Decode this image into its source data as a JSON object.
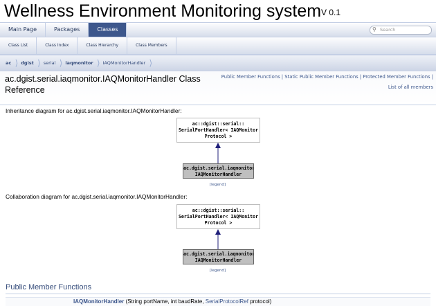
{
  "project": {
    "name": "Wellness Environment Monitoring system",
    "version": "V 0.1"
  },
  "tabs1": [
    {
      "label": "Main Page",
      "current": false
    },
    {
      "label": "Packages",
      "current": false
    },
    {
      "label": "Classes",
      "current": true
    }
  ],
  "search": {
    "placeholder": "Search"
  },
  "tabs2": [
    {
      "label": "Class List"
    },
    {
      "label": "Class Index"
    },
    {
      "label": "Class Hierarchy"
    },
    {
      "label": "Class Members"
    }
  ],
  "navpath": [
    "ac",
    "dgist",
    "serial",
    "iaqmonitor",
    "IAQMonitorHandler"
  ],
  "summary": {
    "line1": "Public Member Functions | Static Public Member Functions | Protected Member Functions |",
    "line2": "List of all members"
  },
  "title": {
    "line1": "ac.dgist.serial.iaqmonitor.IAQMonitorHandler Class",
    "line2": "Reference"
  },
  "inheritance": {
    "caption": "Inheritance diagram for ac.dgist.serial.iaqmonitor.IAQMonitorHandler:",
    "base": "ac::dgist::serial::\nSerialPortHandler< IAQMonitor\nProtocol >",
    "self": "ac.dgist.serial.iaqmonitor.\nIAQMonitorHandler",
    "legend": "[legend]"
  },
  "collaboration": {
    "caption": "Collaboration diagram for ac.dgist.serial.iaqmonitor.IAQMonitorHandler:",
    "base": "ac::dgist::serial::\nSerialPortHandler< IAQMonitor\nProtocol >",
    "self": "ac.dgist.serial.iaqmonitor.\nIAQMonitorHandler",
    "legend": "[legend]"
  },
  "public_member_functions": {
    "title": "Public Member Functions",
    "rows": [
      {
        "name": "IAQMonitorHandler",
        "params_pre": " (String portName, int baudRate, ",
        "link": "SerialProtocolRef",
        "params_post": " protocol)"
      }
    ]
  },
  "colors": {
    "tab_current": "#3d578c",
    "link": "#3d578c",
    "border": "#c4cfe5"
  }
}
